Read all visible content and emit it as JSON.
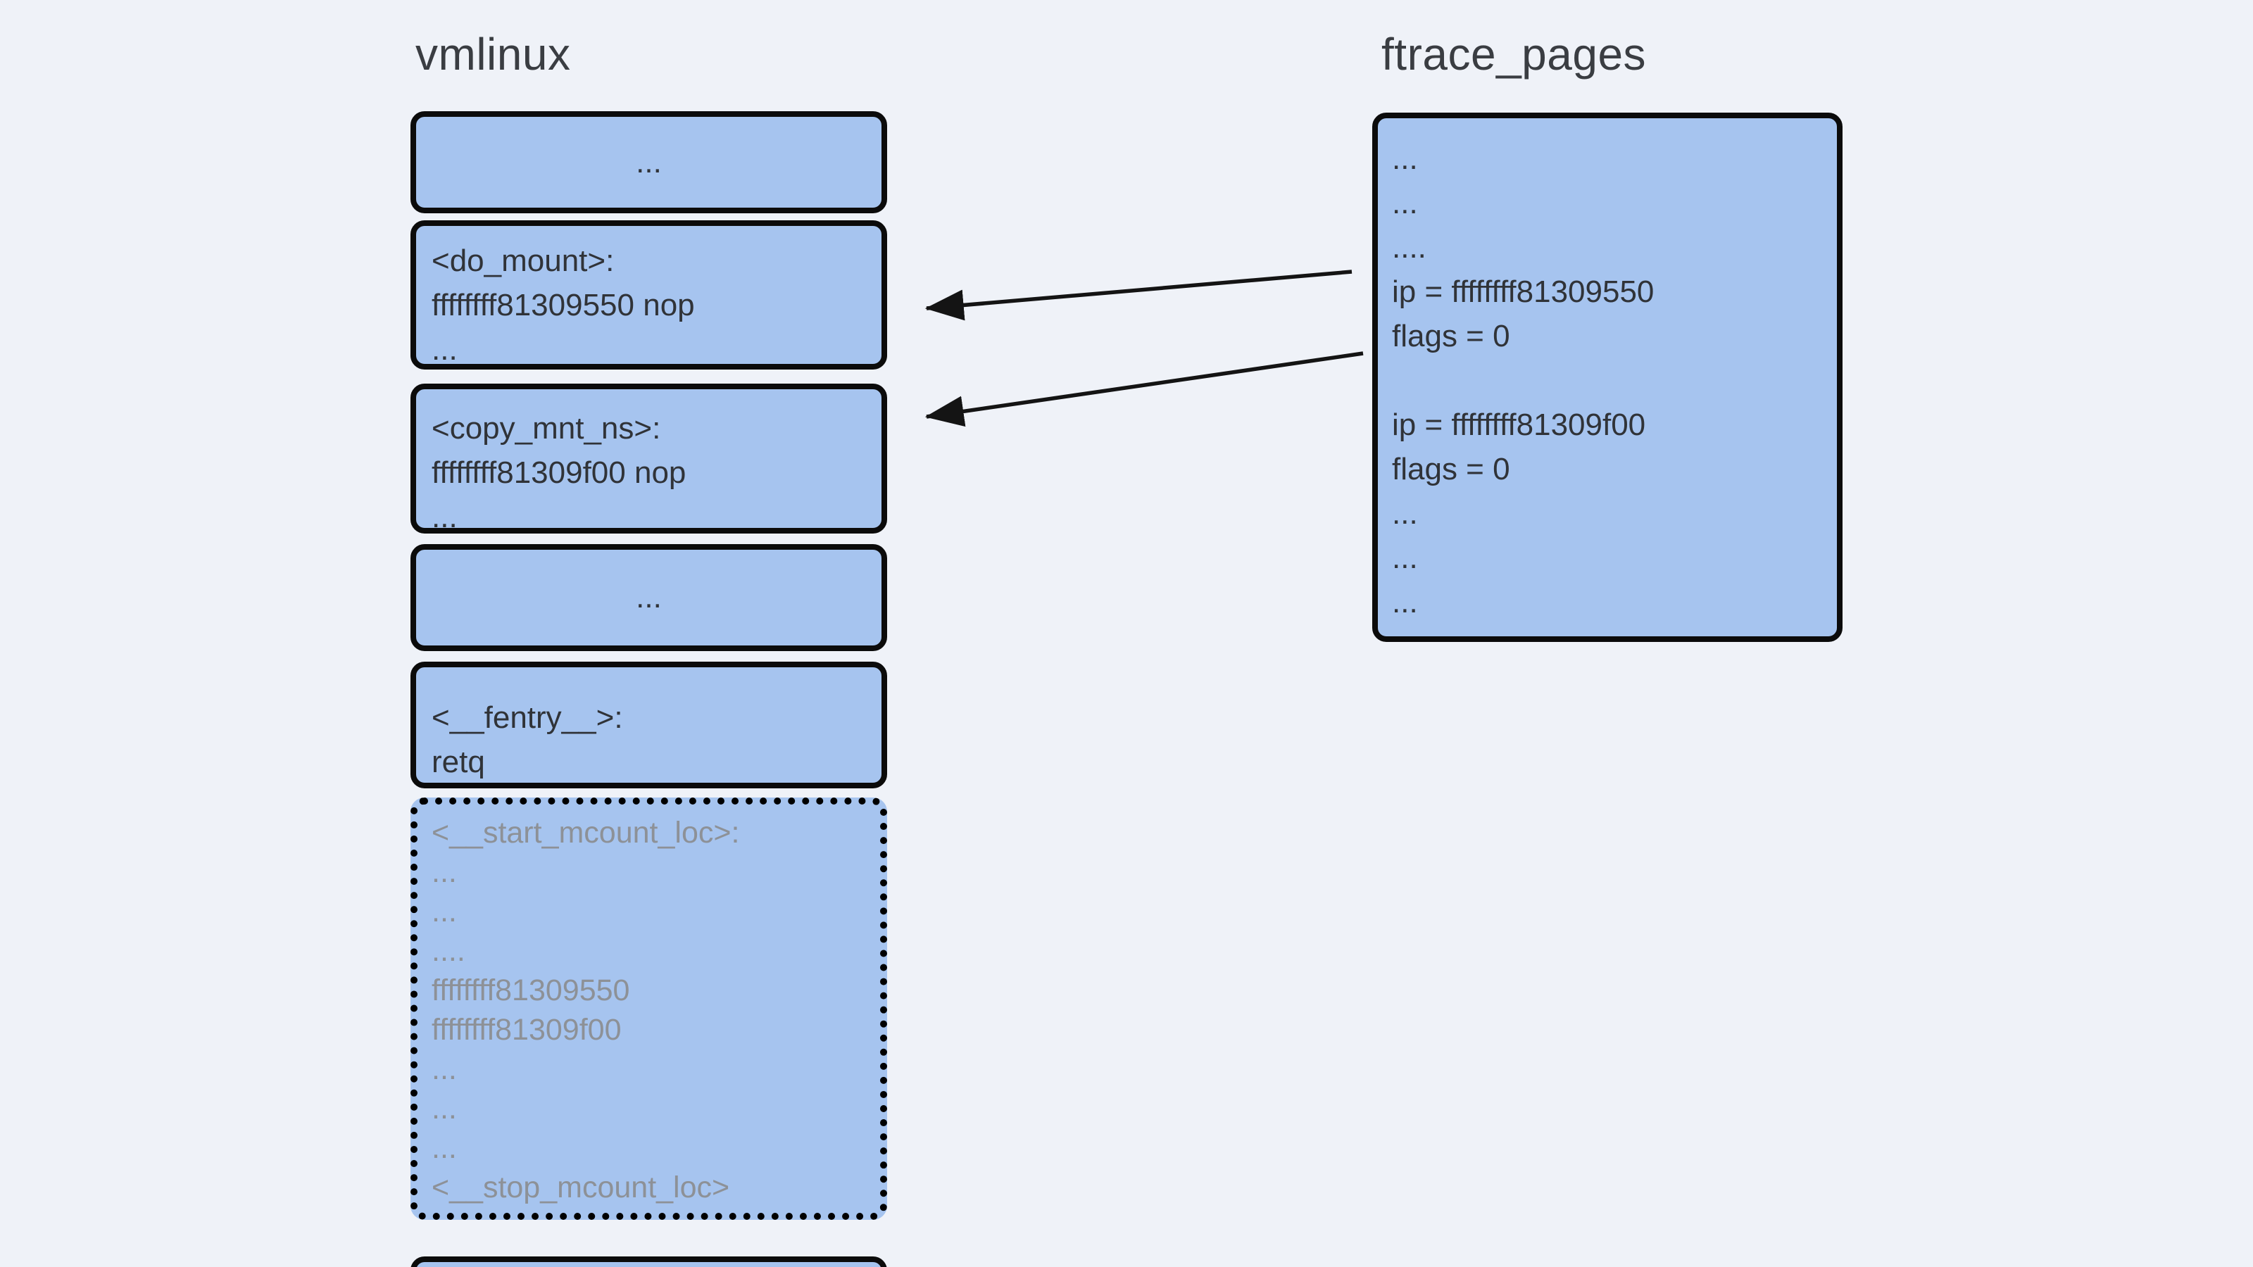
{
  "colors": {
    "page_bg": "#eff2f8",
    "box_fill": "#a6c4ef",
    "box_border": "#0b0b0b",
    "text_dark": "#303338",
    "text_muted": "#8d9197",
    "arrow": "#141414"
  },
  "left_column": {
    "title": "vmlinux",
    "boxes": [
      {
        "id": "ellipsis-top",
        "lines": [
          "..."
        ]
      },
      {
        "id": "do-mount",
        "lines": [
          "<do_mount>:",
          "ffffffff81309550 nop",
          "..."
        ]
      },
      {
        "id": "copy-mnt-ns",
        "lines": [
          "<copy_mnt_ns>:",
          "ffffffff81309f00 nop",
          "..."
        ]
      },
      {
        "id": "ellipsis-mid",
        "lines": [
          "..."
        ]
      },
      {
        "id": "fentry",
        "lines": [
          "<__fentry__>:",
          "retq"
        ]
      },
      {
        "id": "mcount-loc",
        "lines": [
          "<__start_mcount_loc>:",
          "...",
          "...",
          "....",
          "ffffffff81309550",
          "ffffffff81309f00",
          "...",
          "...",
          "...",
          "<__stop_mcount_loc>"
        ]
      }
    ]
  },
  "right_column": {
    "title": "ftrace_pages",
    "box": {
      "id": "ftrace-records",
      "lines": [
        "...",
        "...",
        "....",
        "ip = ffffffff81309550",
        "flags = 0",
        "",
        "ip = ffffffff81309f00",
        "flags = 0",
        "...",
        "...",
        "..."
      ]
    }
  },
  "arrows": [
    {
      "name": "record-81309550-to-do-mount",
      "from": "ip = ffffffff81309550",
      "to": "<do_mount> nop site"
    },
    {
      "name": "record-81309f00-to-copy-mnt-ns",
      "from": "ip = ffffffff81309f00",
      "to": "<copy_mnt_ns> nop site"
    }
  ]
}
